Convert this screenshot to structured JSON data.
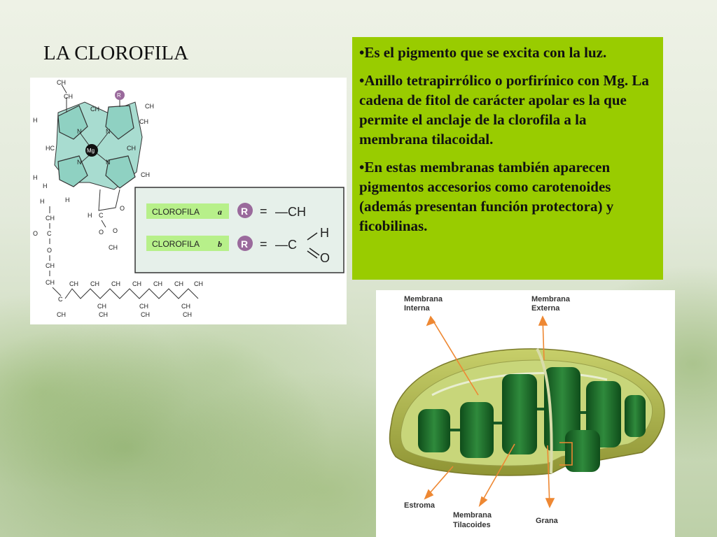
{
  "slide": {
    "title": "LA CLOROFILA"
  },
  "bullets": [
    "•Es el pigmento que se excita con la luz.",
    "•Anillo tetrapirrólico o porfirínico con Mg. La cadena de fitol de carácter apolar es la que permite el anclaje de la clorofila a la membrana tilacoidal.",
    "•En estas membranas también aparecen pigmentos accesorios como carotenoides (además presentan función protectora) y ficobilinas."
  ],
  "chem": {
    "metal": "Mg",
    "r_group": "R",
    "atom_n": "N",
    "labels": {
      "ch2_top": "CH",
      "ch_top": "CH",
      "ch_bridge": "CH",
      "ch_right": "CH",
      "ch2_right": "CH",
      "h3c_left": "H",
      "hc_left": "HC",
      "ch_mid_right": "CH",
      "ch3_right": "CH",
      "h3c_low": "H",
      "h_low_left": "H",
      "h_low_mid": "H",
      "h2c": "H",
      "ch2_a": "CH",
      "c_ester": "C",
      "o_left": "O",
      "o_mid": "O",
      "ch2_b": "CH",
      "ch_c": "CH",
      "c_chain": "C",
      "h_ring": "H",
      "c_ring": "C",
      "o_ring": "O",
      "o_ester2": "O",
      "o_double": "O",
      "ch3_ester": "CH",
      "c_methyl": "CH",
      "chain_ch": "CH",
      "chain_ch2": "CH",
      "chain_ch3": "CH"
    },
    "variants": [
      {
        "name": "CLOROFILA",
        "letter": "a",
        "r": "R",
        "eq": "=",
        "group": "—CH"
      },
      {
        "name": "CLOROFILA",
        "letter": "b",
        "r": "R",
        "eq": "=",
        "group": "—C",
        "h": "H",
        "o": "O"
      }
    ],
    "colors": {
      "ring_fill": "#a8dcd0",
      "panel_fill": "#e6f0ea",
      "label_fill": "#b7f08a",
      "r_circle": "#9a6a9c",
      "metal_fill": "#111111"
    }
  },
  "chloroplast": {
    "labels": {
      "membrana_interna": [
        "Membrana",
        "Interna"
      ],
      "membrana_externa": [
        "Membrana",
        "Externa"
      ],
      "estroma": "Estroma",
      "membrana_tilacoides": [
        "Membrana",
        "Tilacoides"
      ],
      "grana": "Grana"
    },
    "colors": {
      "arrow": "#ee8833",
      "stack": "#1f6b2b",
      "shell": "#a6ac4a",
      "stroma": "#c8d67a"
    }
  }
}
